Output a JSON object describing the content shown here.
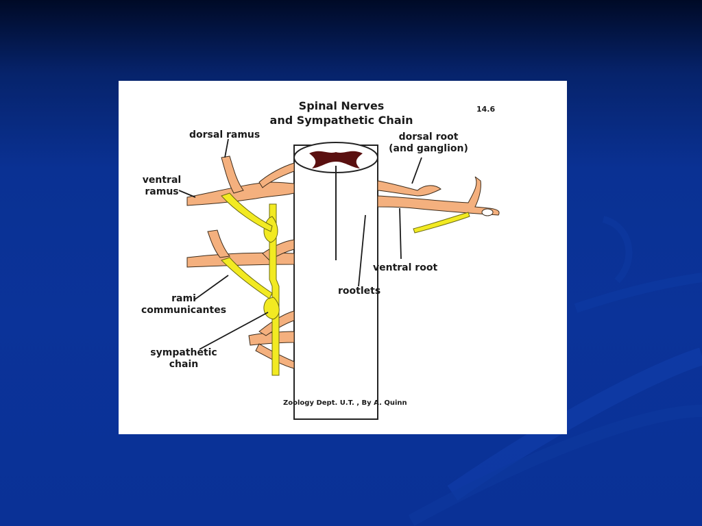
{
  "figure": {
    "title_line1": "Spinal Nerves",
    "title_line2": "and Sympathetic Chain",
    "figure_number": "14.6",
    "credit": "Zoology Dept. U.T. , By A. Quinn"
  },
  "labels": {
    "dorsal_ramus": "dorsal ramus",
    "ventral_ramus_1": "ventral",
    "ventral_ramus_2": "ramus",
    "dorsal_root_1": "dorsal root",
    "dorsal_root_2": "(and ganglion)",
    "ventral_root": "ventral root",
    "rootlets": "rootlets",
    "rami_1": "rami",
    "rami_2": "communicantes",
    "sympathetic_1": "sympathetic",
    "sympathetic_2": "chain"
  },
  "colors": {
    "nerve": "#f4b07e",
    "sympathetic_chain": "#f2ea22",
    "gray_matter": "#5a1010",
    "background": "#0a3196"
  }
}
